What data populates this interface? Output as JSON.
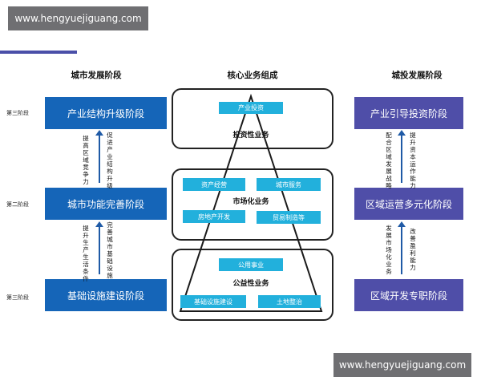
{
  "watermark": {
    "top": "www.hengyuejiguang.com",
    "bottom": "www.hengyuejiguang.com"
  },
  "headers": {
    "left": "城市发展阶段",
    "center": "核心业务组成",
    "right": "城投发展阶段"
  },
  "stages": {
    "top": "第三阶段",
    "middle": "第二阶段",
    "bottom": "第三阶段"
  },
  "city": {
    "box_top": "产业结构升级阶段",
    "box_middle": "城市功能完善阶段",
    "box_bottom": "基础设施建设阶段",
    "upper_left": "提高区域竞争力",
    "upper_right": "促进产业结构升级",
    "lower_left": "提升生产生活条件",
    "lower_right": "完善城市基础设施"
  },
  "core": {
    "top_pill": "产业投资",
    "top_label": "投资性业务",
    "mid_pills": [
      "资产经营",
      "城市服务",
      "房地产开发",
      "贸易制造等"
    ],
    "mid_label": "市场化业务",
    "bottom_pill_top": "公用事业",
    "bottom_label": "公益性业务",
    "bottom_pills": [
      "基础设施建设",
      "土地整治"
    ]
  },
  "lgfv": {
    "box_top": "产业引导投资阶段",
    "box_middle": "区域运营多元化阶段",
    "box_bottom": "区域开发专职阶段",
    "upper_left": "配合区域发展战略",
    "upper_right": "提升资本运作能力",
    "lower_left": "发展市场化业务",
    "lower_right": "改善盈利能力"
  }
}
